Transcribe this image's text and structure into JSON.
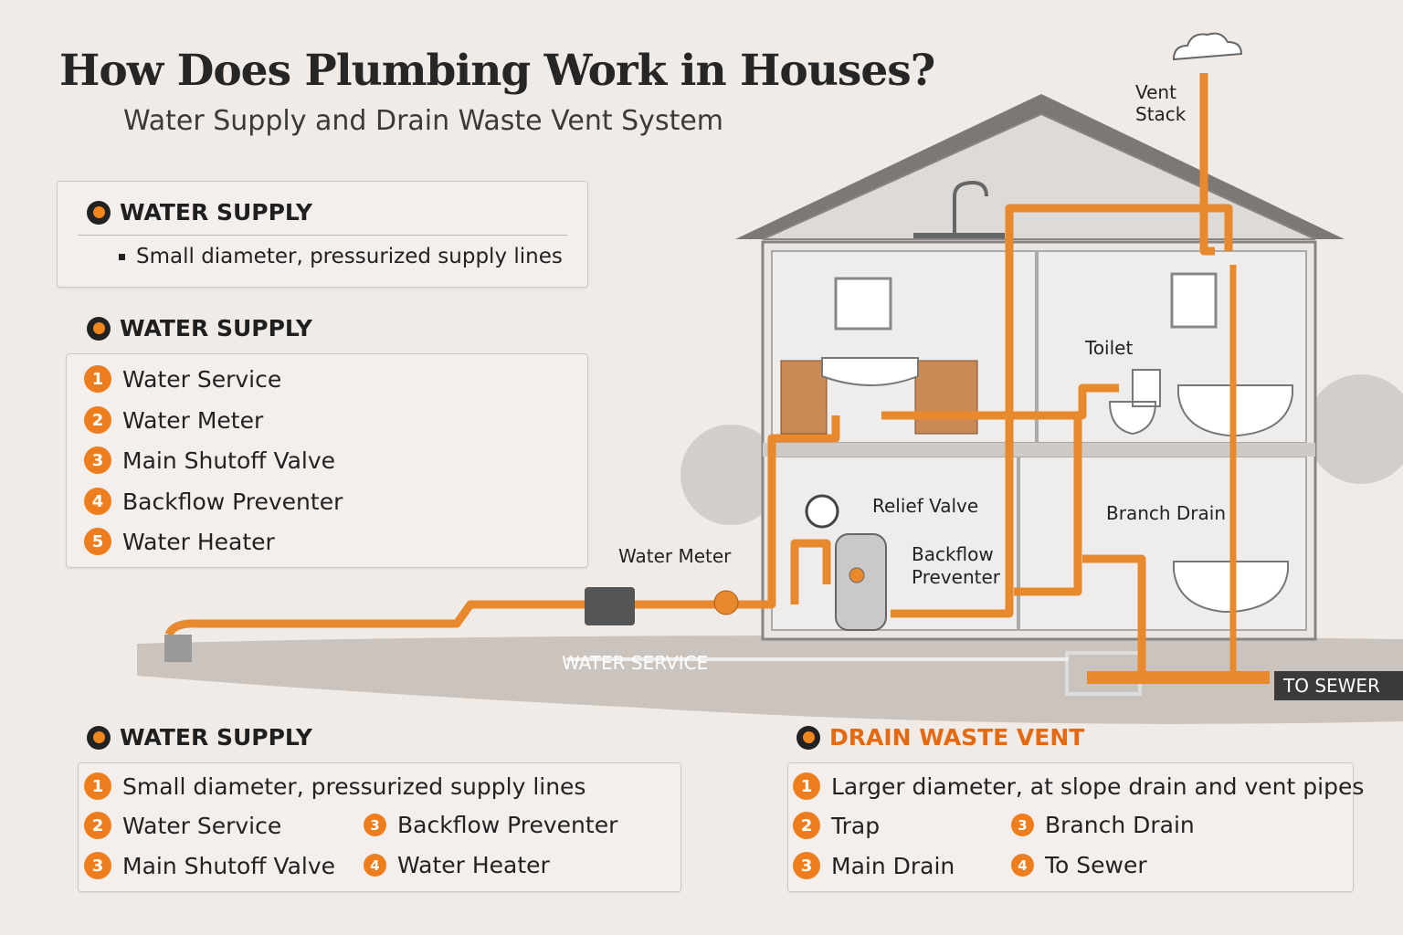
{
  "title": "How Does Plumbing Work in Houses?",
  "subtitle": "Water Supply and Drain Waste Vent System",
  "panel1": {
    "heading": "WATER SUPPLY",
    "bullet": "Small diameter, pressurized supply lines"
  },
  "panel2": {
    "heading": "WATER SUPPLY",
    "items": [
      {
        "n": "1",
        "label": "Water Service"
      },
      {
        "n": "2",
        "label": "Water Meter"
      },
      {
        "n": "3",
        "label": "Main Shutoff Valve"
      },
      {
        "n": "4",
        "label": "Backflow Preventer"
      },
      {
        "n": "5",
        "label": "Water Heater"
      }
    ]
  },
  "panel3": {
    "heading": "WATER SUPPLY",
    "items": [
      {
        "n": "1",
        "label": "Small diameter, pressurized supply lines"
      },
      {
        "n": "2",
        "label": "Water Service"
      },
      {
        "n": "3",
        "label": "Backflow Preventer"
      },
      {
        "n": "3",
        "label": "Main Shutoff Valve"
      },
      {
        "n": "4",
        "label": "Water Heater"
      }
    ]
  },
  "panel4": {
    "heading": "DRAIN WASTE VENT",
    "items": [
      {
        "n": "1",
        "label": "Larger diameter, at slope drain and vent pipes"
      },
      {
        "n": "2",
        "label": "Trap"
      },
      {
        "n": "3",
        "label": "Branch Drain"
      },
      {
        "n": "3",
        "label": "Main Drain"
      },
      {
        "n": "4",
        "label": "To Sewer"
      }
    ]
  },
  "diagram_labels": {
    "vent": "Vent",
    "stack": "Stack",
    "toilet": "Toilet",
    "relief_valve": "Relief Valve",
    "water_meter": "Water Meter",
    "backflow": "Backflow",
    "preventer": "Preventer",
    "branch_drain": "Branch Drain",
    "water_service": "WATER SERVICE",
    "to_sewer": "TO SEWER"
  },
  "colors": {
    "pipe": "#e8892e",
    "accent": "#e36a12",
    "text": "#222222"
  }
}
